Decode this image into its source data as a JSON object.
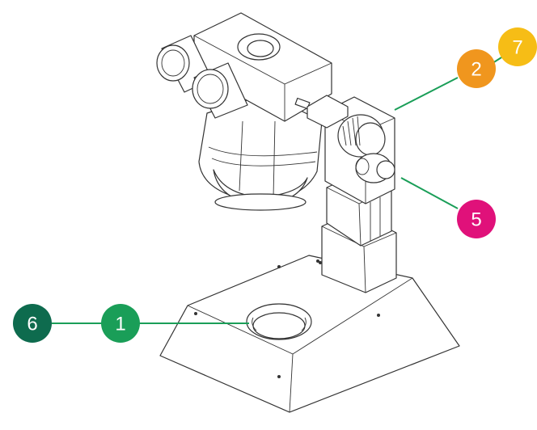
{
  "callouts": [
    {
      "id": "c6",
      "label": "6",
      "color": "#0e6b4e"
    },
    {
      "id": "c1",
      "label": "1",
      "color": "#1a9e58"
    },
    {
      "id": "c2",
      "label": "2",
      "color": "#f0961e"
    },
    {
      "id": "c7",
      "label": "7",
      "color": "#f6bd16"
    },
    {
      "id": "c5",
      "label": "5",
      "color": "#e0117a"
    }
  ],
  "leader_color": "#1a9e58"
}
